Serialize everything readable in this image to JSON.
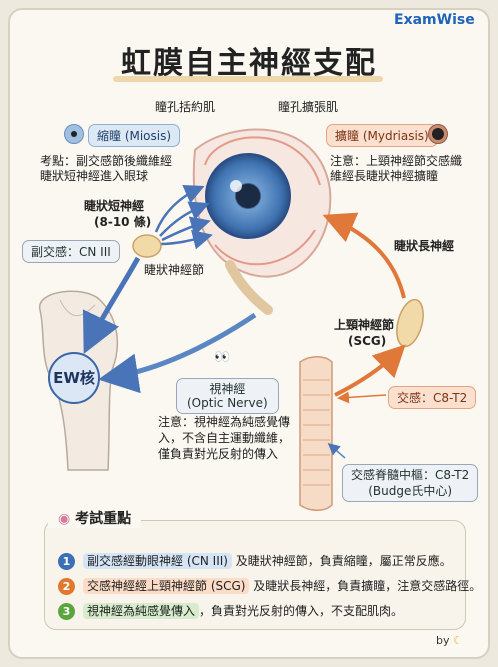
{
  "brand": "ExamWise",
  "title": "虹膜自主神經支配",
  "labels": {
    "sphincter": "瞳孔括約肌",
    "dilator": "瞳孔擴張肌",
    "miosis": "縮瞳 (Miosis)",
    "mydriasis": "擴瞳 (Mydriasis)",
    "para_note_1": "考點：副交感節後纖維經",
    "para_note_2": "睫狀短神經進入眼球",
    "sym_note_1": "注意：上頸神經節交感纖",
    "sym_note_2": "維經長睫狀神經擴瞳",
    "short_ciliary_1": "睫狀短神經",
    "short_ciliary_2": "(8-10 條)",
    "cn3": "副交感：CN III",
    "ciliary_ganglion": "睫狀神經節",
    "long_ciliary": "睫狀長神經",
    "scg_1": "上頸神經節",
    "scg_2": "(SCG)",
    "ew": "EW核",
    "optic_1": "視神經",
    "optic_2": "(Optic Nerve)",
    "optic_note_1": "注意：視神經為純感覺傳",
    "optic_note_2": "入，不含自主運動纖維，",
    "optic_note_3": "僅負責對光反射的傳入",
    "sympathetic": "交感：C8-T2",
    "budge_1": "交感脊髓中樞：C8-T2",
    "budge_2": "(Budge氏中心)"
  },
  "exam": {
    "heading": "考試重點",
    "items": [
      {
        "num": "1",
        "highlight": "副交感經動眼神經 (CN III)",
        "rest": " 及睫狀神經節，負責縮瞳，屬正常反應。",
        "color": "#3b6fb6"
      },
      {
        "num": "2",
        "highlight": "交感神經經上頸神經節 (SCG)",
        "rest": " 及睫狀長神經，負責擴瞳，注意交感路徑。",
        "color": "#e0782e"
      },
      {
        "num": "3",
        "highlight": "視神經為純感覺傳入",
        "rest": "，負責對光反射的傳入，不支配肌肉。",
        "color": "#5aa63c"
      }
    ]
  },
  "footer": "by",
  "colors": {
    "parasympathetic": "#4a74b8",
    "sympathetic": "#e0783a",
    "optic": "#3b6fb6"
  }
}
